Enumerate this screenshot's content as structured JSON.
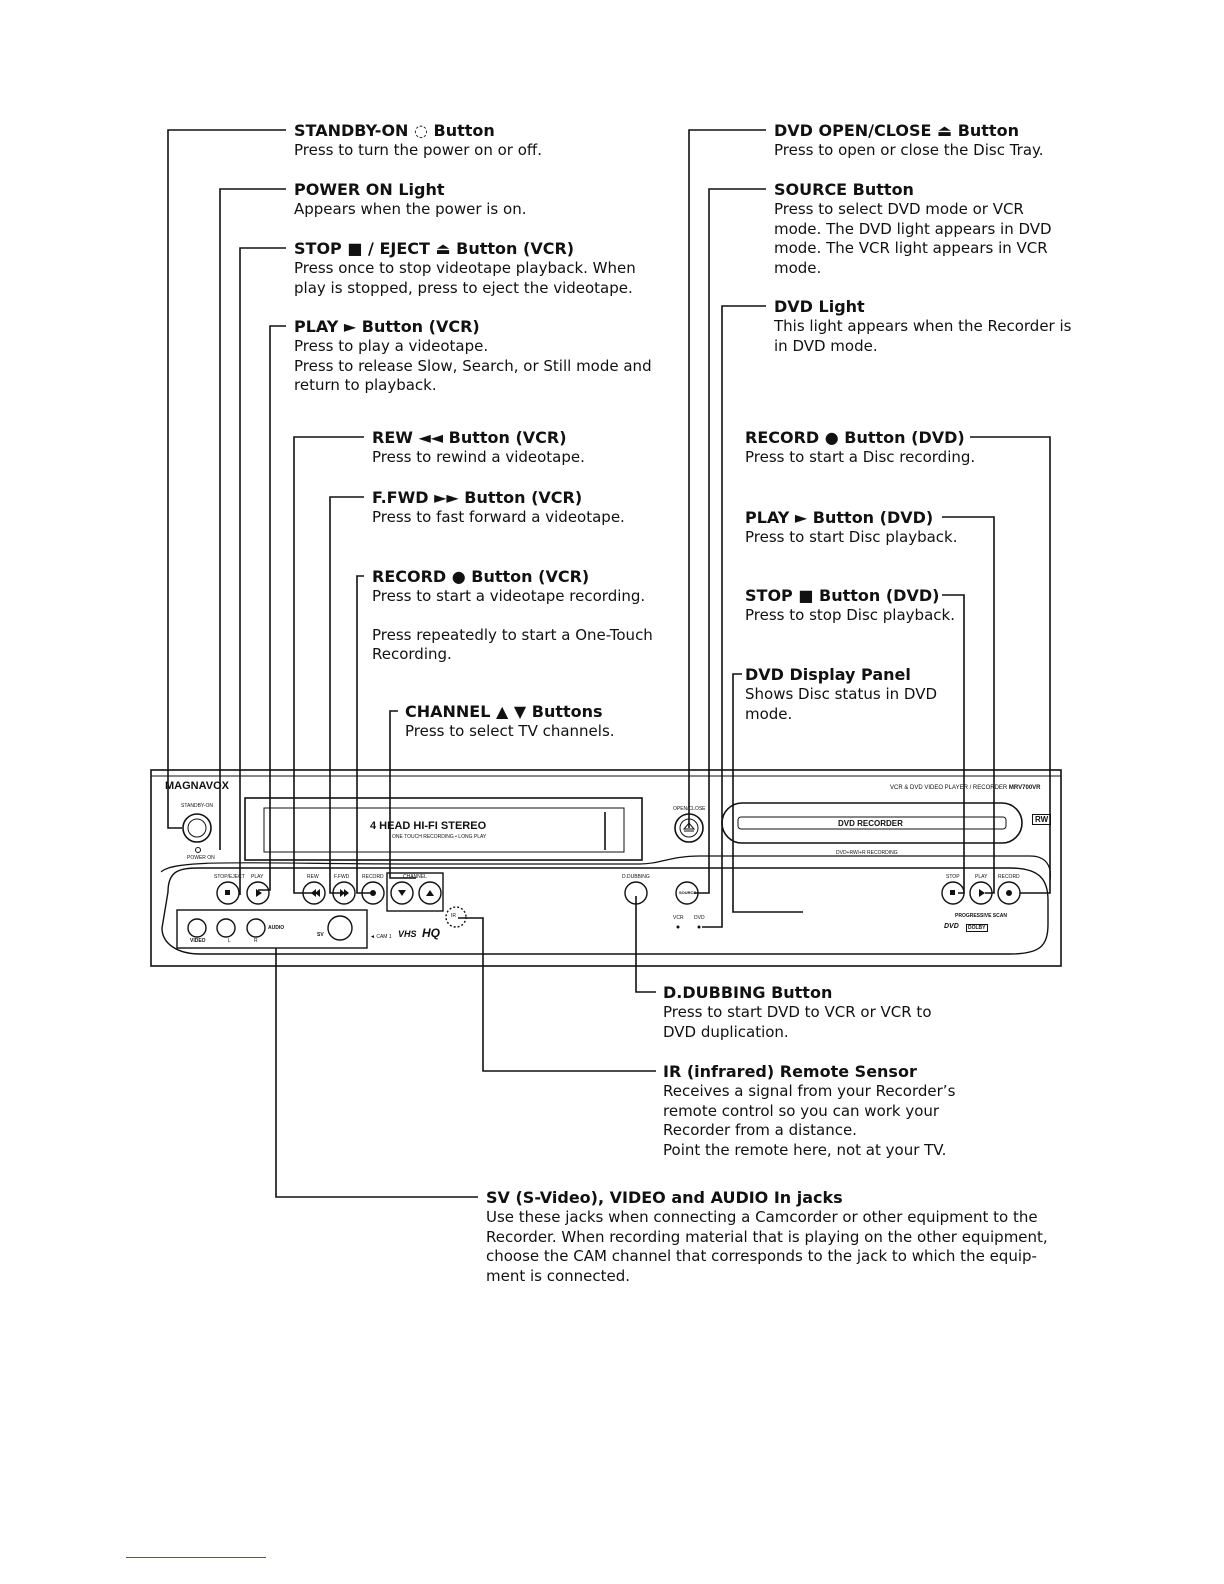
{
  "callouts": {
    "standby_on": {
      "title": "STANDBY-ON ◌ Button",
      "desc": [
        "Press to turn the power on or off."
      ]
    },
    "power_on_light": {
      "title": "POWER ON Light",
      "desc": [
        "Appears when the power is on."
      ]
    },
    "stop_eject_vcr": {
      "title": "STOP ■ / EJECT ⏏ Button (VCR)",
      "desc": [
        "Press once to stop videotape playback. When",
        "play is stopped, press to eject the videotape."
      ]
    },
    "play_vcr": {
      "title": "PLAY ► Button (VCR)",
      "desc": [
        "Press to play a videotape.",
        "Press to release Slow, Search, or Still mode and",
        "return to playback."
      ]
    },
    "rew_vcr": {
      "title": "REW ◄◄ Button (VCR)",
      "desc": [
        "Press to rewind a videotape."
      ]
    },
    "ffwd_vcr": {
      "title": "F.FWD ►► Button (VCR)",
      "desc": [
        "Press to fast forward a videotape."
      ]
    },
    "record_vcr": {
      "title": "RECORD ● Button (VCR)",
      "desc": [
        "Press to start a videotape recording."
      ],
      "desc2": [
        "Press repeatedly to start a One-Touch",
        "Recording."
      ]
    },
    "channel": {
      "title": "CHANNEL ▲ ▼ Buttons",
      "desc": [
        "Press to select TV channels."
      ]
    },
    "dvd_open_close": {
      "title": "DVD OPEN/CLOSE ⏏ Button",
      "desc": [
        "Press to open or close the Disc Tray."
      ]
    },
    "source": {
      "title": "SOURCE Button",
      "desc": [
        "Press to select DVD mode or VCR",
        "mode. The DVD light appears in DVD",
        "mode. The VCR light appears in VCR",
        "mode."
      ]
    },
    "dvd_light": {
      "title": "DVD Light",
      "desc": [
        "This light appears when the Recorder is",
        "in DVD mode."
      ]
    },
    "record_dvd": {
      "title": "RECORD ● Button (DVD)",
      "desc": [
        "Press to start a Disc recording."
      ]
    },
    "play_dvd": {
      "title": "PLAY ► Button (DVD)",
      "desc": [
        "Press to start Disc playback."
      ]
    },
    "stop_dvd": {
      "title": "STOP ■ Button (DVD)",
      "desc": [
        "Press to stop Disc playback."
      ]
    },
    "dvd_display": {
      "title": "DVD Display Panel",
      "desc": [
        "Shows Disc status in DVD",
        "mode."
      ]
    },
    "d_dubbing": {
      "title": "D.DUBBING Button",
      "desc": [
        "Press to start DVD to VCR or VCR to",
        "DVD duplication."
      ]
    },
    "ir_sensor": {
      "title": "IR (infrared) Remote Sensor",
      "desc": [
        "Receives a signal from your Recorder’s",
        "remote control so you can work your",
        "Recorder from a distance.",
        "Point the remote here, not at your TV."
      ]
    },
    "sv_jacks": {
      "title": "SV (S-Video), VIDEO and AUDIO In jacks",
      "desc": [
        "Use these jacks when connecting a Camcorder or other equipment to the",
        "Recorder. When recording material that is playing on the other equipment,",
        "choose the CAM channel that corresponds to the jack to which the equip-",
        "ment is connected."
      ]
    }
  },
  "device": {
    "brand": "MAGNAVOX",
    "model_line": "VCR & DVD VIDEO PLAYER / RECORDER",
    "model": "MRV700VR",
    "standby_label": "STANDBY-ON",
    "power_on_label": "POWER ON",
    "tape_label": "4 HEAD HI-FI STEREO",
    "tape_sublabel": "ONE TOUCH RECORDING • LONG PLAY",
    "open_close_label": "OPEN/CLOSE",
    "dvd_recorder_label": "DVD RECORDER",
    "dvd_rw_label": "DVD+RW/+R RECORDING",
    "rw_badge": "RW",
    "vcr_buttons": [
      "STOP/EJECT",
      "PLAY",
      "REW",
      "F.FWD",
      "RECORD",
      "CHANNEL"
    ],
    "dubbing_label": "D.DUBBING",
    "source_label": "SOURCE",
    "vcr_light": "VCR",
    "dvd_light": "DVD",
    "dvd_buttons": [
      "STOP",
      "PLAY",
      "RECORD"
    ],
    "progressive": "PROGRESSIVE SCAN",
    "jack_video": "VIDEO",
    "jack_l": "L",
    "jack_r": "R",
    "jack_audio": "AUDIO",
    "jack_sv": "SV",
    "cam_label": "◄ CAM 1",
    "vhs_label": "VHS",
    "hq_label": "HQ",
    "ir_label": "IR",
    "dvd_logo": "DVD",
    "dolby_logo": "DOLBY"
  }
}
